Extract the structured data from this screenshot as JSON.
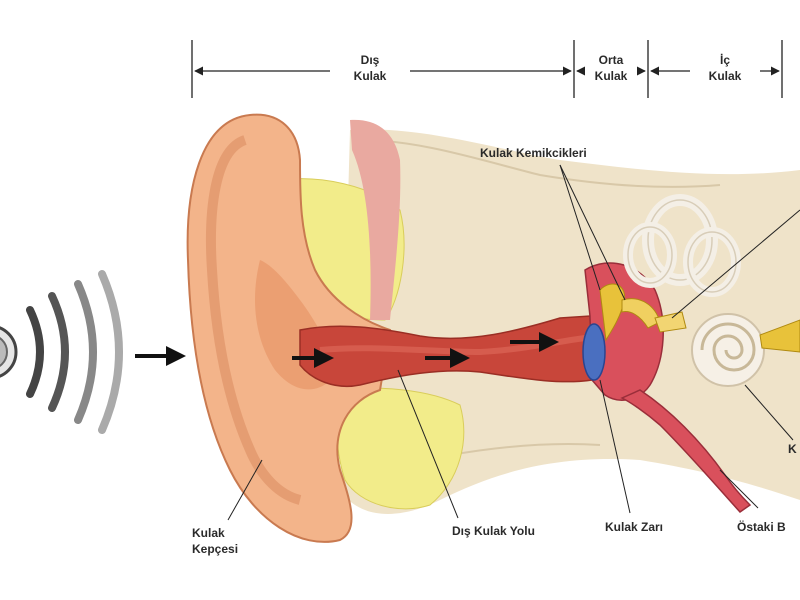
{
  "sections": {
    "outer": [
      "Dış",
      "Kulak"
    ],
    "middle": [
      "Orta",
      "Kulak"
    ],
    "inner": [
      "İç",
      "Kulak"
    ]
  },
  "labels": {
    "ossicles": "Kulak Kemikcikleri",
    "pinna": [
      "Kulak",
      "Kepçesi"
    ],
    "ear_canal": "Dış Kulak Yolu",
    "eardrum": "Kulak Zarı",
    "eustachian": "Östaki B",
    "cochlea_partial": "K"
  },
  "colors": {
    "skin": "#f3b48a",
    "skin_dark": "#d98a5e",
    "canal": "#c8463a",
    "cartilage": "#f2ec8a",
    "bone": "#efe3c9",
    "eardrum": "#4a6fc0",
    "ossicle": "#e8c23a"
  },
  "icons": [
    "sound-waves-icon",
    "arrow-right-icon"
  ]
}
